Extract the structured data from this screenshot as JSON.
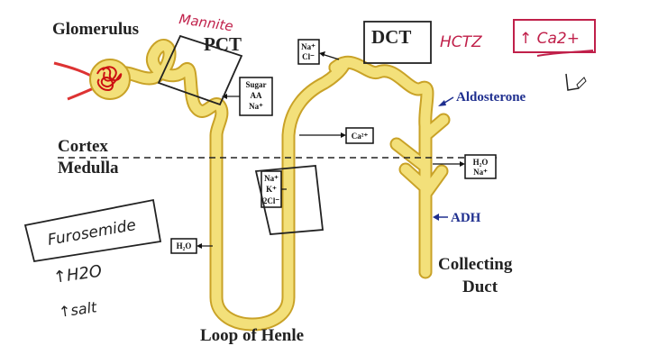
{
  "labels": {
    "glomerulus": "Glomerulus",
    "pct": "PCT",
    "dct": "DCT",
    "cortex": "Cortex",
    "medulla": "Medulla",
    "aldosterone": "Aldosterone",
    "adh": "ADH",
    "collecting_duct_1": "Collecting",
    "collecting_duct_2": "Duct",
    "loop_of_henle": "Loop of Henle"
  },
  "boxes": {
    "pct_box": [
      "Sugar",
      "AA",
      "Na⁺"
    ],
    "dct_box": [
      "Na⁺",
      "Cl⁻"
    ],
    "ca_box": "Ca²⁺",
    "cd_box": [
      "H₂O",
      "Na⁺"
    ],
    "loop_box": [
      "Na⁺",
      "K⁺",
      "2Cl⁻"
    ],
    "h2o_box": "H₂O"
  },
  "annotations": {
    "mannitol": "Mannite",
    "hctz": "HCTZ",
    "ca_up": "↑ Ca2+",
    "furosemide": "Furosemide",
    "up_h2o": "↑H2O",
    "up_salt": "↑salt"
  },
  "colors": {
    "tubule": "#f3e07a",
    "tubule_outline": "#c9a227",
    "annotation": "#c0204a",
    "hormone": "#1f2f8f"
  }
}
